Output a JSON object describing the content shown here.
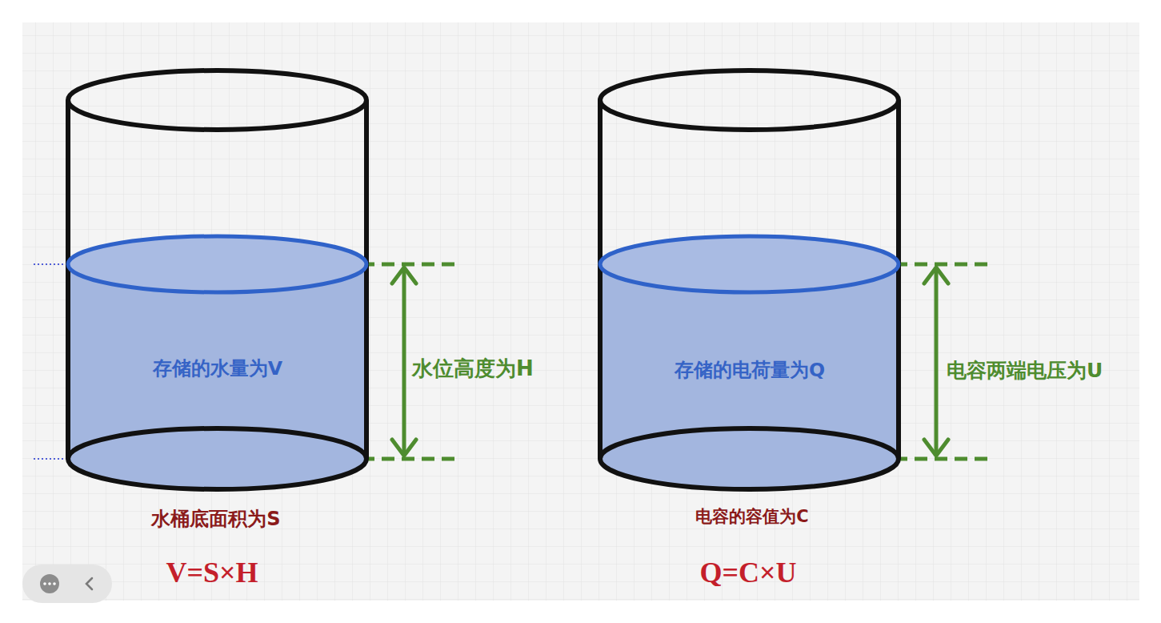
{
  "diagram": {
    "nodes": [
      {
        "text": [
          "存储的水量为V"
        ]
      },
      {
        "text": [
          "存储的电荷量为Q"
        ]
      }
    ],
    "labels": [
      "水位高度为H",
      "水桶底面积为S",
      "V=S×H",
      "电容两端电压为U",
      "电容的容值为C",
      "Q=C×U"
    ]
  }
}
